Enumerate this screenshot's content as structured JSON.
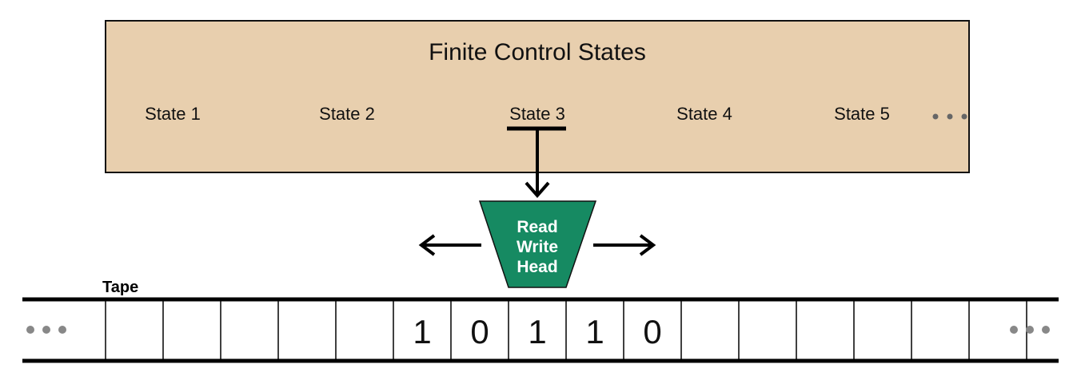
{
  "control": {
    "title": "Finite Control States",
    "fill_color": "#e8cfae",
    "states": [
      "State 1",
      "State 2",
      "State 3",
      "State 4",
      "State 5"
    ],
    "current_state": "State 3",
    "more_states_icon": "ellipsis-icon"
  },
  "head": {
    "line1": "Read",
    "line2": "Write",
    "line3": "Head",
    "fill_color": "#168a62",
    "move_left_icon": "arrow-left-icon",
    "move_right_icon": "arrow-right-icon"
  },
  "tape": {
    "label": "Tape",
    "cells": [
      "",
      "",
      "",
      "",
      "",
      "1",
      "0",
      "1",
      "1",
      "0",
      "",
      "",
      "",
      "",
      "",
      ""
    ],
    "continues_left_icon": "ellipsis-icon",
    "continues_right_icon": "ellipsis-icon"
  }
}
